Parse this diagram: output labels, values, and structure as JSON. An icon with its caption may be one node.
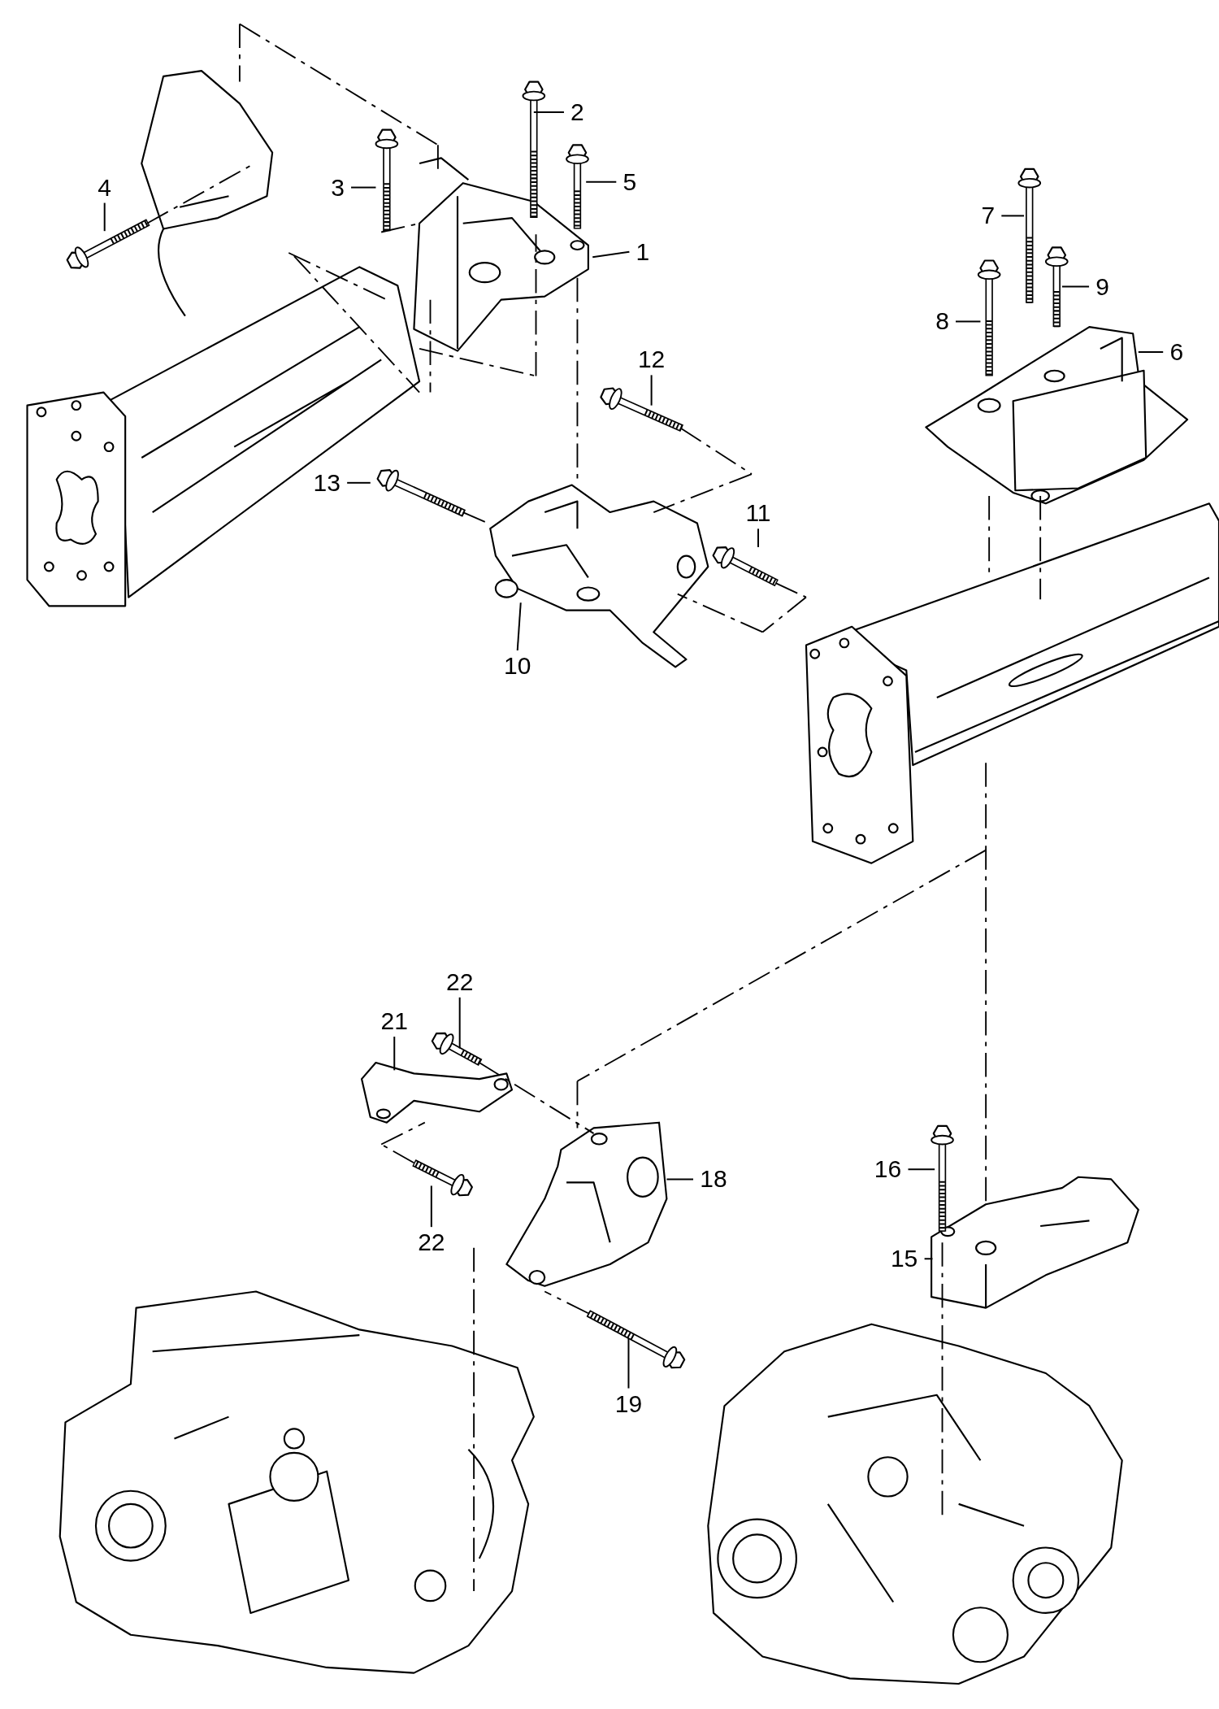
{
  "diagram": {
    "nodes": [
      {
        "text": [
          "2"
        ]
      },
      {
        "text": [
          "5"
        ]
      },
      {
        "text": [
          "3"
        ]
      },
      {
        "text": [
          "4"
        ]
      },
      {
        "text": [
          "7"
        ]
      },
      {
        "text": [
          "1"
        ]
      },
      {
        "text": [
          "9"
        ]
      },
      {
        "text": [
          "8"
        ]
      },
      {
        "text": [
          "6"
        ]
      },
      {
        "text": [
          "12"
        ]
      },
      {
        "text": [
          "13"
        ]
      },
      {
        "text": [
          "11"
        ]
      },
      {
        "text": [
          "10"
        ]
      },
      {
        "text": [
          "22"
        ]
      },
      {
        "text": [
          "21"
        ]
      },
      {
        "text": [
          "16"
        ]
      },
      {
        "text": [
          "18"
        ]
      },
      {
        "text": [
          "22"
        ]
      },
      {
        "text": [
          "15"
        ]
      },
      {
        "text": [
          "19"
        ]
      }
    ],
    "edges": [
      {
        "from": 0,
        "to": null,
        "arrow": "none"
      },
      {
        "from": 1,
        "to": null,
        "arrow": "none"
      },
      {
        "from": 2,
        "to": null,
        "arrow": "none"
      },
      {
        "from": 3,
        "to": null,
        "arrow": "none"
      },
      {
        "from": 4,
        "to": null,
        "arrow": "none"
      },
      {
        "from": 5,
        "to": null,
        "arrow": "none"
      },
      {
        "from": 6,
        "to": null,
        "arrow": "none"
      },
      {
        "from": 7,
        "to": null,
        "arrow": "none"
      },
      {
        "from": 8,
        "to": null,
        "arrow": "none"
      },
      {
        "from": 9,
        "to": null,
        "arrow": "none"
      },
      {
        "from": 10,
        "to": null,
        "arrow": "none"
      },
      {
        "from": 11,
        "to": null,
        "arrow": "none"
      },
      {
        "from": 12,
        "to": null,
        "arrow": "none"
      },
      {
        "from": 13,
        "to": null,
        "arrow": "none"
      },
      {
        "from": 14,
        "to": null,
        "arrow": "none"
      },
      {
        "from": 15,
        "to": null,
        "arrow": "none"
      },
      {
        "from": 16,
        "to": null,
        "arrow": "none"
      },
      {
        "from": 17,
        "to": null,
        "arrow": "none"
      },
      {
        "from": 18,
        "to": null,
        "arrow": "none"
      },
      {
        "from": 19,
        "to": null,
        "arrow": "none"
      }
    ]
  }
}
